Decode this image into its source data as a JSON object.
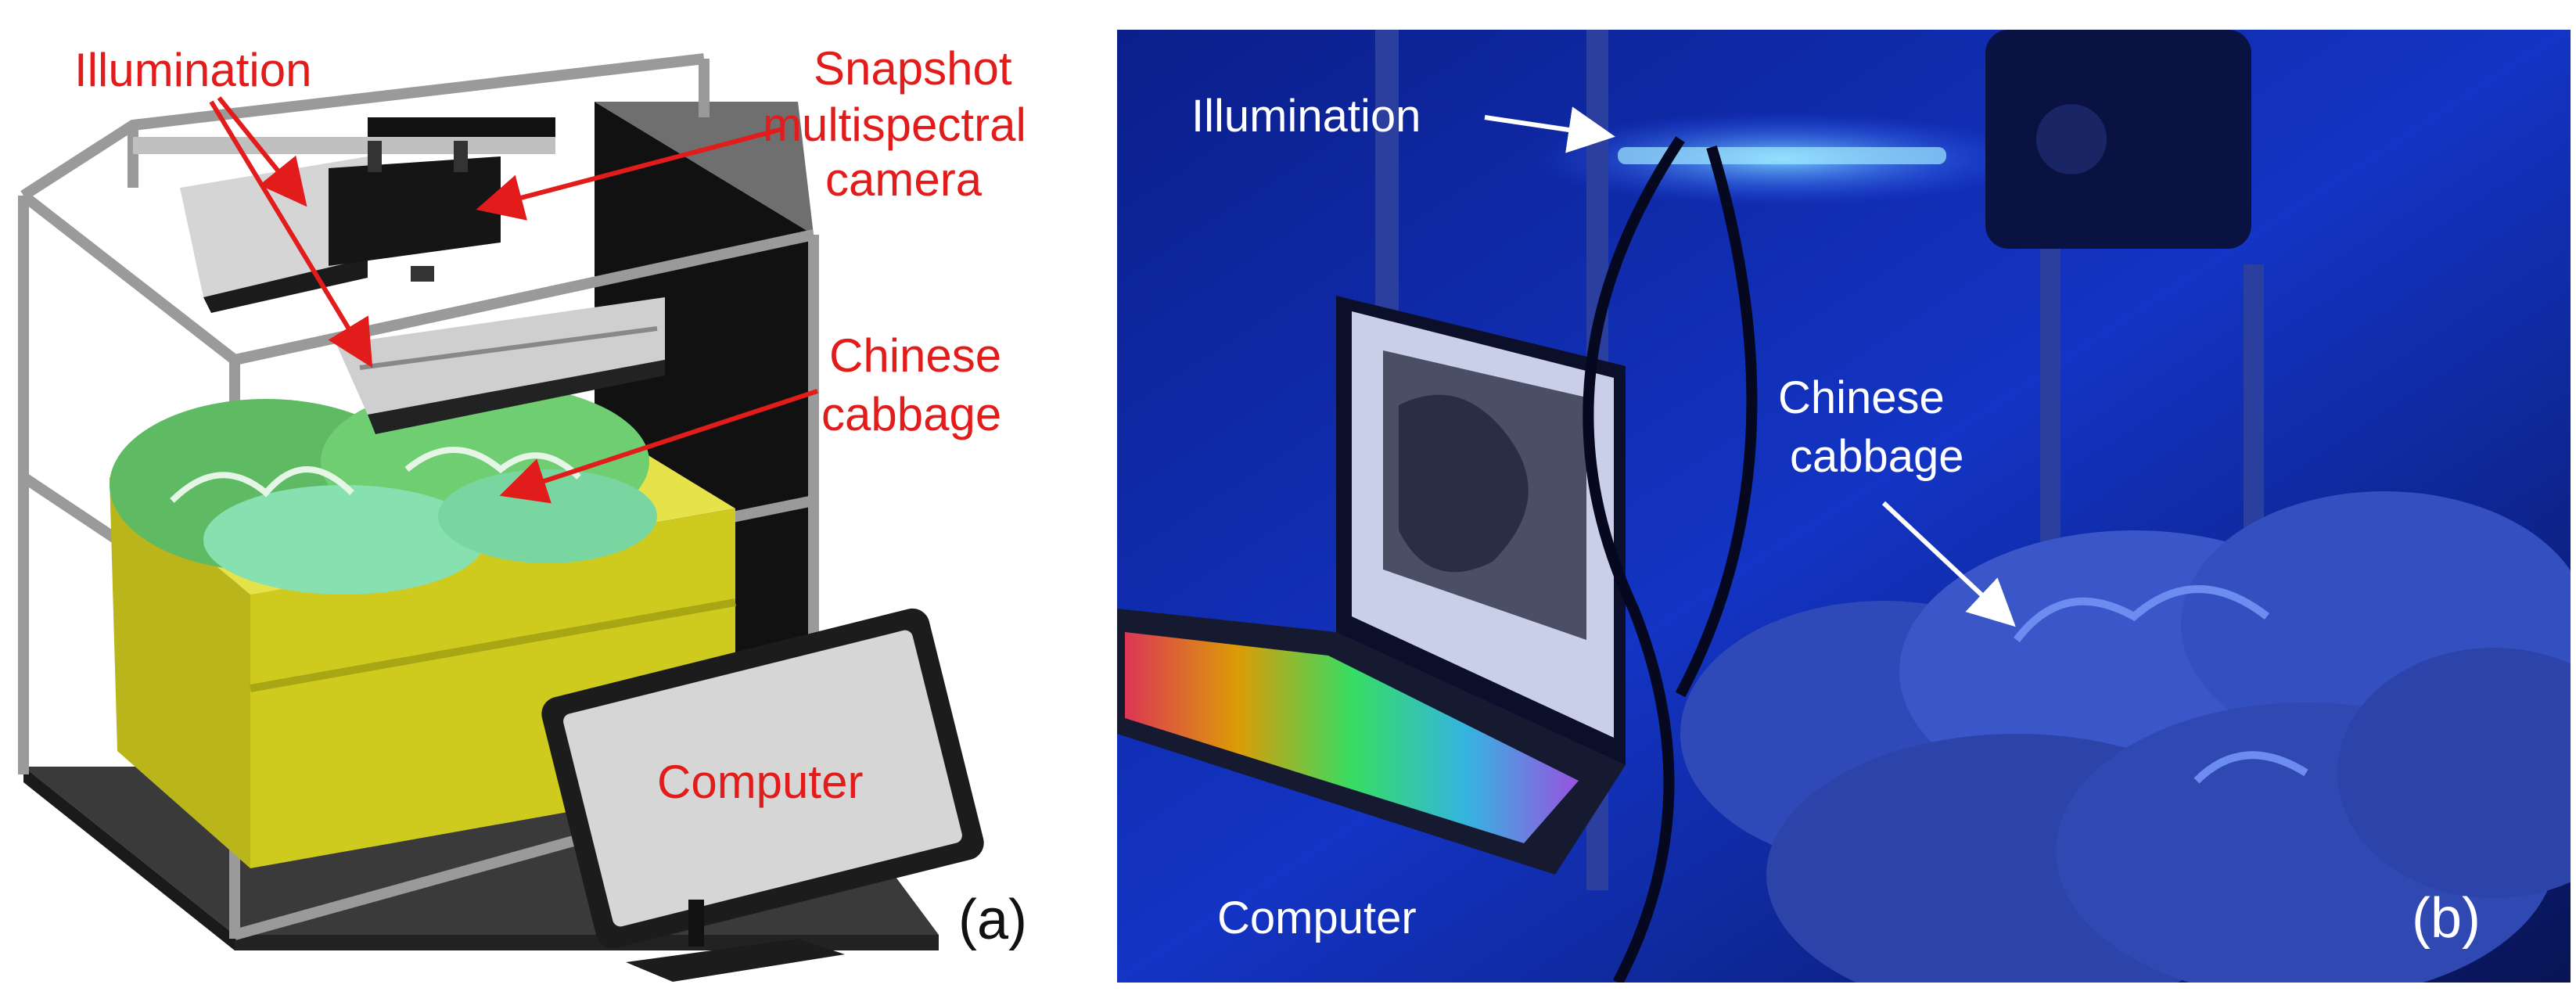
{
  "panel_a": {
    "tag": "(a)",
    "labels": {
      "illumination": "Illumination",
      "camera_line1": "Snapshot",
      "camera_line2": "multispectral",
      "camera_line3": "camera",
      "cabbage_line1": "Chinese",
      "cabbage_line2": "cabbage",
      "computer": "Computer"
    },
    "colors": {
      "label": "#e21b1b",
      "arrow": "#e21b1b",
      "bin": "#d9d61e",
      "foliage": "#66c46a"
    }
  },
  "panel_b": {
    "tag": "(b)",
    "labels": {
      "illumination": "Illumination",
      "cabbage_line1": "Chinese",
      "cabbage_line2": "cabbage",
      "computer": "Computer"
    },
    "colors": {
      "background": "#0a1a6e",
      "label": "#ffffff",
      "arrow": "#ffffff"
    }
  }
}
